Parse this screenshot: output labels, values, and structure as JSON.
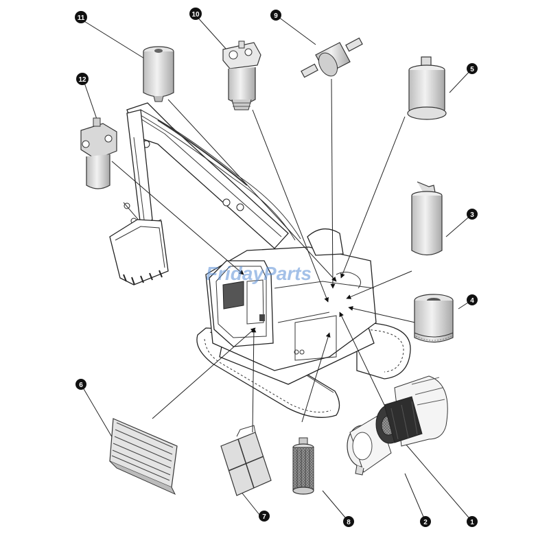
{
  "watermark": "FridayParts",
  "callouts": [
    {
      "id": "c1",
      "number": "1"
    },
    {
      "id": "c2",
      "number": "2"
    },
    {
      "id": "c3",
      "number": "3"
    },
    {
      "id": "c4",
      "number": "4"
    },
    {
      "id": "c5",
      "number": "5"
    },
    {
      "id": "c6",
      "number": "6"
    },
    {
      "id": "c7",
      "number": "7"
    },
    {
      "id": "c8",
      "number": "8"
    },
    {
      "id": "c9",
      "number": "9"
    },
    {
      "id": "c10",
      "number": "10"
    },
    {
      "id": "c11",
      "number": "11"
    },
    {
      "id": "c12",
      "number": "12"
    }
  ],
  "colors": {
    "callout_fill": "#111111",
    "callout_text": "#ffffff",
    "part_fill": "#d6d6d6",
    "line": "#222222",
    "watermark": "#5a8fd6"
  }
}
